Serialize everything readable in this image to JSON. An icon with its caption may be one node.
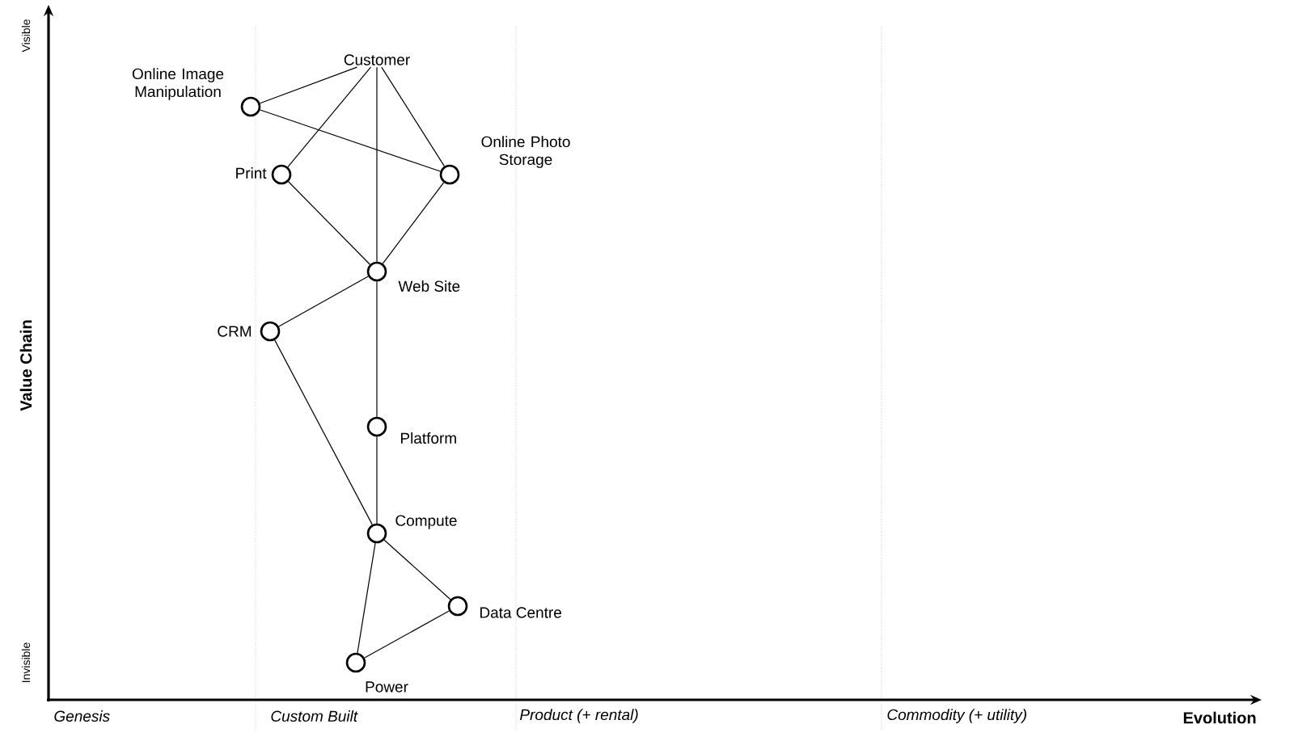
{
  "diagram": {
    "nodes": [
      {
        "text": [
          "Customer"
        ]
      },
      {
        "text": [
          "Online Image Manipulation"
        ]
      },
      {
        "text": [
          "Print"
        ]
      },
      {
        "text": [
          "Online Photo Storage"
        ]
      },
      {
        "text": [
          "Web Site"
        ]
      },
      {
        "text": [
          "CRM"
        ]
      },
      {
        "text": [
          "Platform"
        ]
      },
      {
        "text": [
          "Compute"
        ]
      },
      {
        "text": [
          "Data Centre"
        ]
      },
      {
        "text": [
          "Power"
        ]
      }
    ],
    "edges": [
      {
        "from": 0,
        "to": 1,
        "arrow": "none"
      },
      {
        "from": 0,
        "to": 2,
        "arrow": "none"
      },
      {
        "from": 0,
        "to": 4,
        "arrow": "none"
      },
      {
        "from": 0,
        "to": 3,
        "arrow": "none"
      },
      {
        "from": 1,
        "to": 3,
        "arrow": "none"
      },
      {
        "from": 2,
        "to": 4,
        "arrow": "none"
      },
      {
        "from": 3,
        "to": 4,
        "arrow": "none"
      },
      {
        "from": 4,
        "to": 5,
        "arrow": "none"
      },
      {
        "from": 4,
        "to": 6,
        "arrow": "none"
      },
      {
        "from": 5,
        "to": 7,
        "arrow": "none"
      },
      {
        "from": 6,
        "to": 7,
        "arrow": "none"
      },
      {
        "from": 7,
        "to": 8,
        "arrow": "none"
      },
      {
        "from": 7,
        "to": 9,
        "arrow": "none"
      },
      {
        "from": 8,
        "to": 9,
        "arrow": "none"
      }
    ],
    "labels": [
      "Visible",
      "Value Chain",
      "Invisible",
      "Genesis",
      "Custom Built",
      "Product (+ rental)",
      "Commodity (+ utility)",
      "Evolution"
    ]
  }
}
